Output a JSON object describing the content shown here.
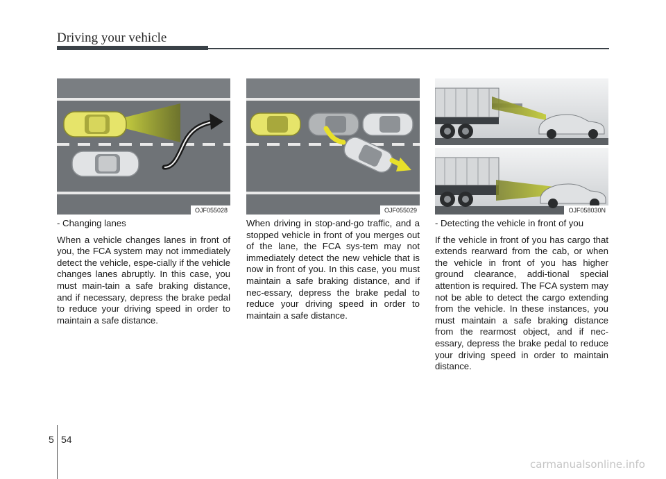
{
  "header": {
    "title": "Driving your vehicle"
  },
  "figures": [
    {
      "code": "OJF055028"
    },
    {
      "code": "OJF055029"
    },
    {
      "code": "OJF058030N"
    }
  ],
  "columns": [
    {
      "subtitle": "- Changing lanes",
      "body": "When a vehicle changes lanes in front of you, the FCA system may not immediately detect the vehicle, espe-cially if the vehicle changes lanes abruptly. In this case, you must main-tain a safe braking distance, and if necessary, depress the brake pedal to reduce your driving speed in order to maintain a safe distance."
    },
    {
      "body": "When driving in stop-and-go traffic, and a stopped vehicle in front of you merges out of the lane, the FCA sys-tem may not immediately detect the new vehicle that is now in front of you. In this case, you must maintain a safe braking distance, and if nec-essary, depress the brake pedal to reduce your driving speed in order to maintain a safe distance."
    },
    {
      "subtitle": "- Detecting the vehicle in front of you",
      "body": "If the vehicle in front of you has cargo that extends rearward from the cab, or when the vehicle in front of you has higher ground clearance, addi-tional special attention is required. The FCA system may not be able to detect the cargo extending from the vehicle. In these instances, you must maintain a safe braking distance from the rearmost object, and if nec-essary, depress the brake pedal to reduce your driving speed in order to maintain distance."
    }
  ],
  "footer": {
    "chapter": "5",
    "page": "54"
  },
  "watermark": "carmanualsonline.info",
  "colors": {
    "road": "#6f7377",
    "highlight_car": "#e6e46a",
    "sensor_beam": "#9fa833",
    "arrow_yellow": "#e8e02a"
  }
}
